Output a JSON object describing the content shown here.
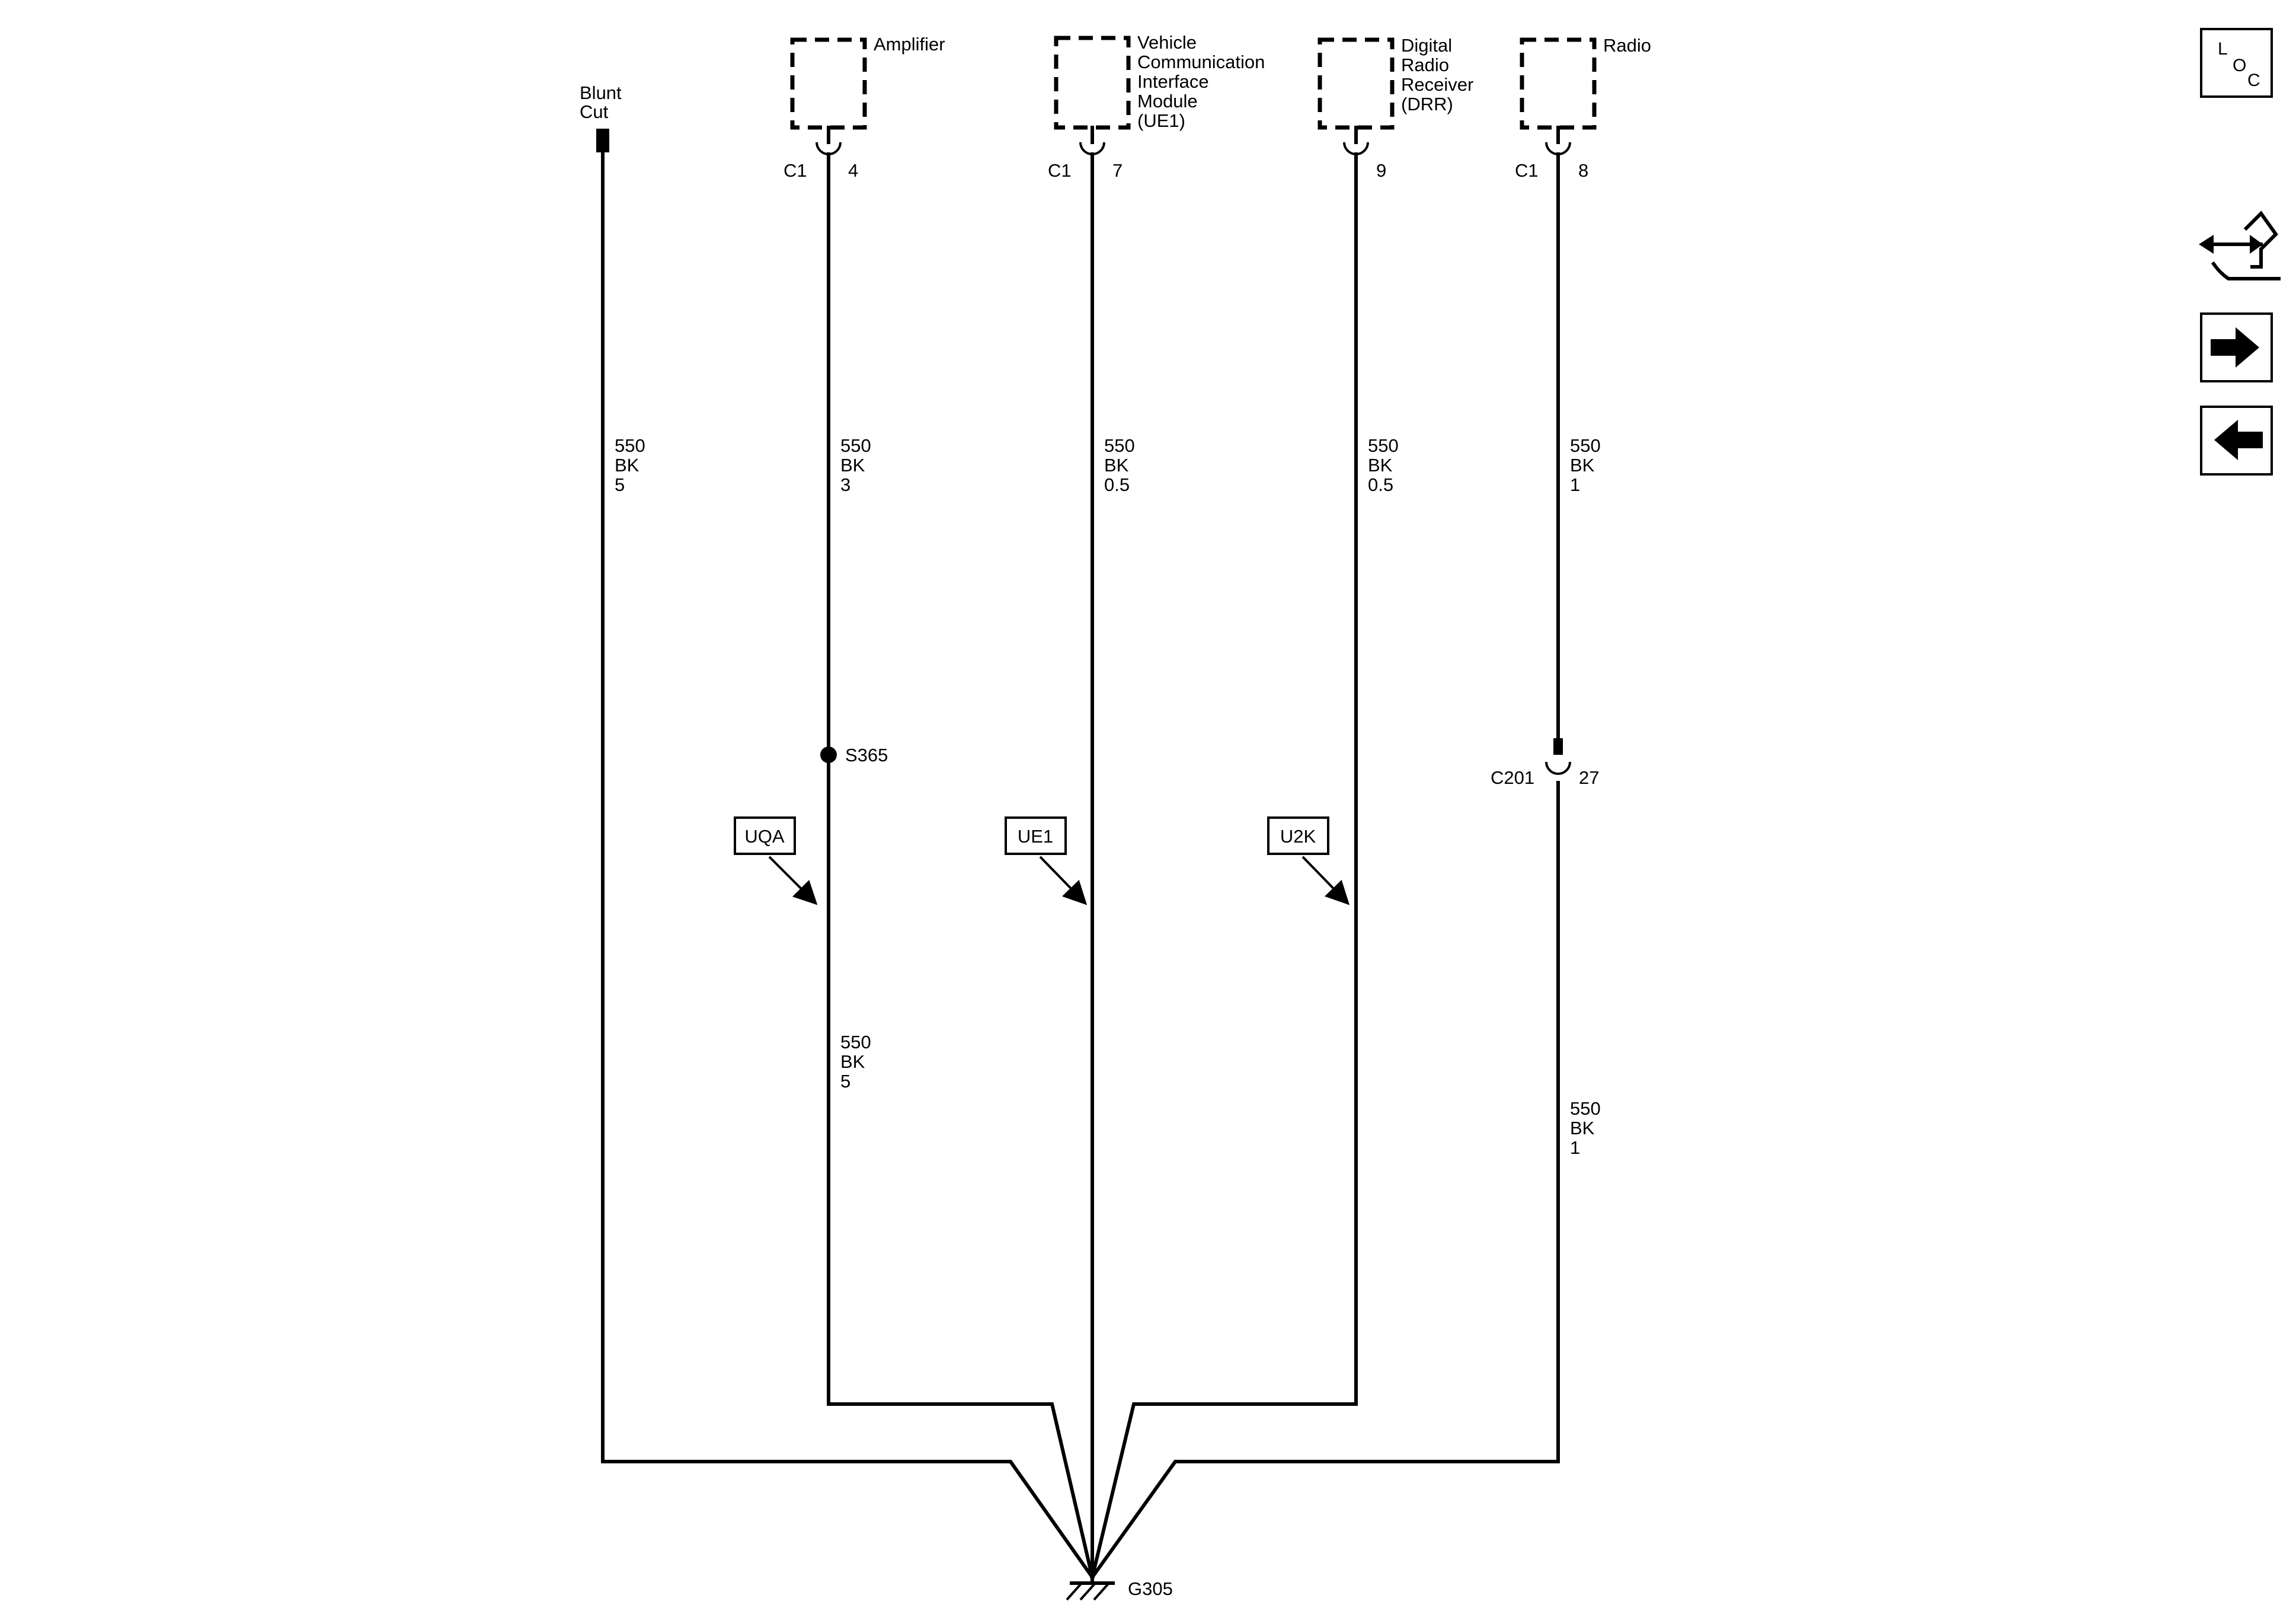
{
  "components": {
    "amplifier": "Amplifier",
    "vcim": [
      "Vehicle",
      "Communication",
      "Interface",
      "Module",
      "(UE1)"
    ],
    "drr": [
      "Digital",
      "Radio",
      "Receiver",
      "(DRR)"
    ],
    "radio": "Radio",
    "blunt_cut": [
      "Blunt",
      "Cut"
    ]
  },
  "connectors": {
    "amplifier": {
      "name": "C1",
      "pin": "4"
    },
    "vcim": {
      "name": "C1",
      "pin": "7"
    },
    "drr": {
      "name": "",
      "pin": "9"
    },
    "radio": {
      "name": "C1",
      "pin": "8"
    },
    "inline": {
      "name": "C201",
      "pin": "27"
    }
  },
  "wires": {
    "blunt": [
      "550",
      "BK",
      "5"
    ],
    "amp_upper": [
      "550",
      "BK",
      "3"
    ],
    "amp_lower": [
      "550",
      "BK",
      "5"
    ],
    "vcim": [
      "550",
      "BK",
      "0.5"
    ],
    "drr": [
      "550",
      "BK",
      "0.5"
    ],
    "radio_upper": [
      "550",
      "BK",
      "1"
    ],
    "radio_lower": [
      "550",
      "BK",
      "1"
    ]
  },
  "splice": "S365",
  "options": {
    "uqa": "UQA",
    "ue1": "UE1",
    "u2k": "U2K"
  },
  "ground": "G305",
  "nav": {
    "loc": [
      "L",
      "O",
      "C"
    ],
    "icons": {
      "schematic": "schematic-connector-icon",
      "next": "arrow-right-icon",
      "prev": "arrow-left-icon"
    }
  }
}
